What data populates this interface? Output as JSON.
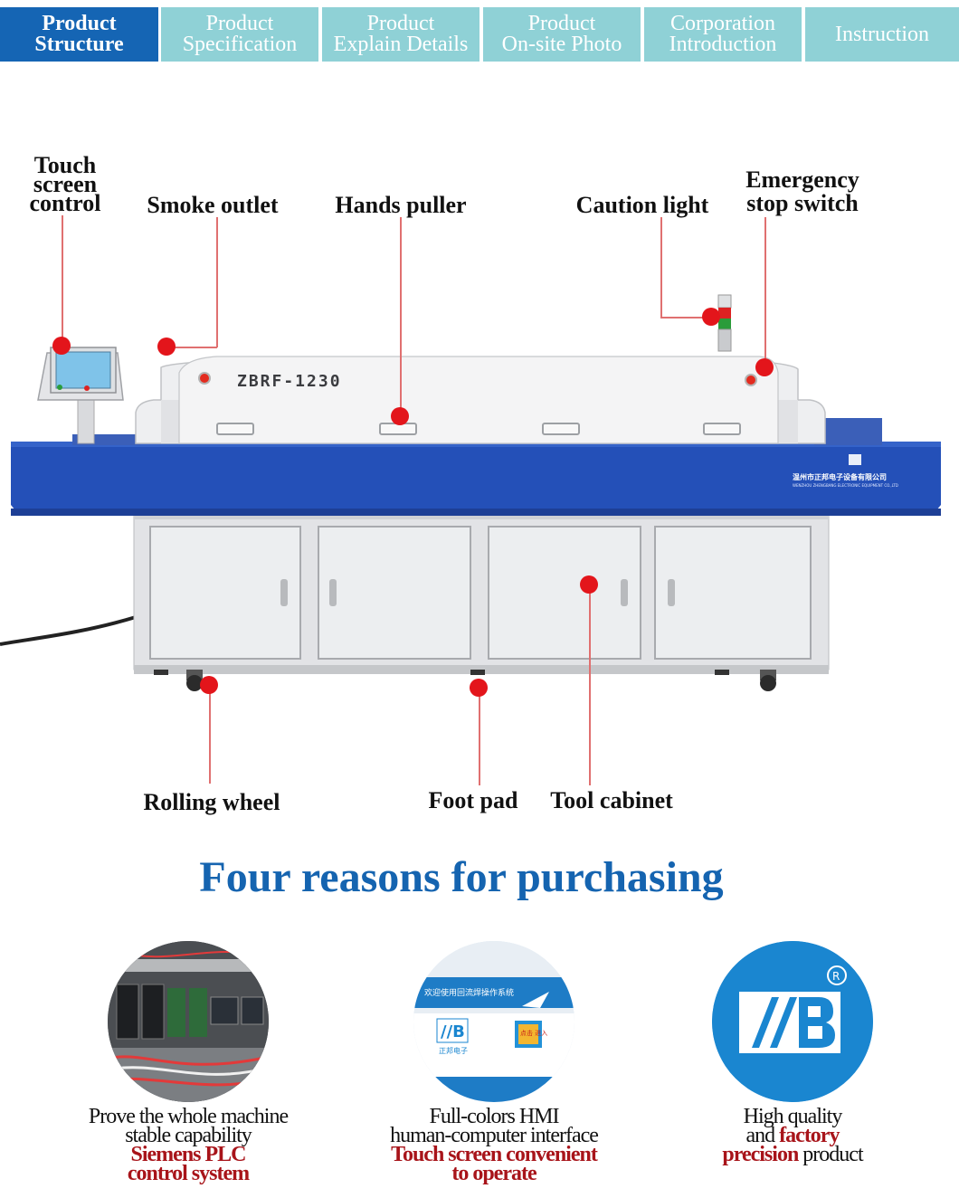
{
  "tabs": [
    {
      "label": "Product\nStructure",
      "active": true
    },
    {
      "label": "Product\nSpecification",
      "active": false
    },
    {
      "label": "Product\nExplain Details",
      "active": false
    },
    {
      "label": "Product\nOn-site Photo",
      "active": false
    },
    {
      "label": "Corporation\nIntroduction",
      "active": false
    },
    {
      "label": "Instruction",
      "active": false
    }
  ],
  "machine": {
    "model_label": "ZBRF-1230",
    "company_cn": "温州市正邦电子设备有限公司",
    "company_en": "WENZHOU ZHENGBANG ELECTRONIC EQUIPMENT CO.,LTD"
  },
  "callouts": {
    "touch_screen": "Touch\nscreen\ncontrol",
    "smoke_outlet": "Smoke outlet",
    "hands_puller": "Hands puller",
    "caution_light": "Caution light",
    "emergency_stop": "Emergency\nstop switch",
    "rolling_wheel": "Rolling wheel",
    "foot_pad": "Foot pad",
    "tool_cabinet": "Tool cabinet"
  },
  "heading": "Four reasons for purchasing",
  "reasons": [
    {
      "line1": "Prove the whole machine",
      "line2": "stable capability",
      "em1": "Siemens PLC",
      "em2": "control system"
    },
    {
      "line1": "Full-colors HMI",
      "line2": "human-computer interface",
      "em1": "Touch screen convenient",
      "em2": "to operate"
    },
    {
      "line1": "High quality",
      "and_word": "and",
      "em_factory": "factory",
      "em_precision": "precision",
      "product_word": "product"
    }
  ],
  "hmi": {
    "banner": "欢迎使用回流焊操作系统",
    "brand_cn": "正邦电子",
    "enter": "点击\n进入"
  },
  "colors": {
    "tab_active": "#1565b4",
    "tab_inactive": "#8fd1d6",
    "heading": "#1564b0",
    "emphasis": "#a8141a",
    "dot": "#e3151b",
    "machine_blue": "#2450b8",
    "logo_blue": "#1a86d0"
  }
}
